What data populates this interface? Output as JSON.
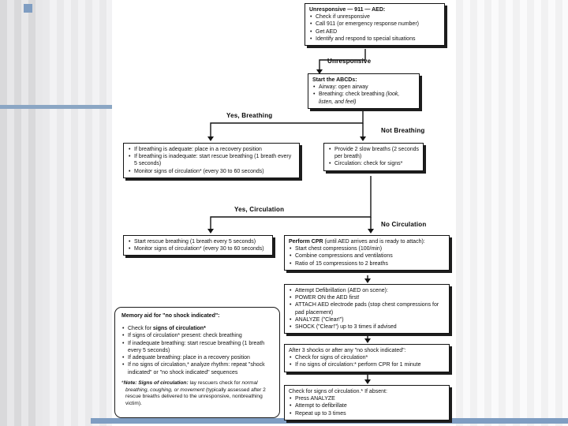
{
  "theme": {
    "accent_color": "#7f9dc2",
    "accent_line_color": "#8ba6c4",
    "stripe_dark": "#d9d9db",
    "stripe_light": "#f2f2f4",
    "box_border_color": "#141414",
    "text_color": "#111111",
    "background": "#ffffff"
  },
  "flow": {
    "box_assess": {
      "title": "Unresponsive — 911 — AED:",
      "bullets": [
        "Check if unresponsive",
        "Call 911 (or emergency response number)",
        "Get AED",
        "Identify and respond to special situations"
      ]
    },
    "branch_unresponsive": "Unresponsive",
    "box_abcd": {
      "title": "Start the ABCDs:",
      "bullet_airway": "Airway: open airway",
      "bullet_breathing": "Breathing: check breathing ",
      "bullet_breathing_italic": "(look, listen, and feel)"
    },
    "branch_yes_breathing": "Yes, Breathing",
    "branch_not_breathing": "Not Breathing",
    "box_breathing": {
      "bullets": [
        "If breathing is adequate: place in a recovery position",
        "If breathing is inadequate: start rescue breathing (1 breath every 5 seconds)",
        "Monitor signs of circulation* (every 30 to 60 seconds)"
      ]
    },
    "box_not_breathing": {
      "bullets": [
        "Provide 2 slow breaths (2 seconds per breath)",
        "Circulation: check for signs*"
      ]
    },
    "branch_yes_circulation": "Yes, Circulation",
    "branch_no_circulation": "No Circulation",
    "box_circulation": {
      "bullets": [
        "Start rescue breathing (1 breath every 5 seconds)",
        "Monitor signs of circulation* (every 30 to 60 seconds)"
      ]
    },
    "box_cpr": {
      "title_bold": "Perform CPR",
      "title_rest": " (until AED arrives and is ready to attach):",
      "bullets": [
        "Start chest compressions (100/min)",
        "Combine compressions and ventilations",
        "Ratio of 15 compressions to 2 breaths"
      ]
    },
    "box_defib": {
      "bullets": [
        "Attempt Defibrillation (AED on scene):",
        "POWER ON the AED first!",
        "ATTACH AED electrode pads (stop chest compressions for pad placement)",
        "ANALYZE (\"Clear!\")",
        "SHOCK (\"Clear!\") up to 3 times if advised"
      ]
    },
    "box_after_shocks": {
      "title": "After 3 shocks or after any \"no shock indicated\":",
      "bullets": [
        "Check for signs of circulation*",
        "If no signs of circulation:* perform CPR for 1 minute"
      ]
    },
    "box_check_circ": {
      "title": "Check for signs of circulation.* If absent:",
      "bullets": [
        "Press ANALYZE",
        "Attempt to defibrillate",
        "Repeat up to 3 times"
      ]
    },
    "memory_aid": {
      "title": "Memory aid for \"no shock indicated\":",
      "b1_pre": "Check for ",
      "b1_bold": "signs of circulation*",
      "bullets": [
        "If signs of circulation* present: check breathing",
        "If inadequate breathing: start rescue breathing (1 breath every 5 seconds)",
        "If adequate breathing: place in a recovery position",
        "If no signs of circulation,* analyze rhythm: repeat \"shock indicated\" or \"no shock indicated\" sequences"
      ],
      "note_marker": "*",
      "note_lead": "Note: Signs of circulation:",
      "note_mid": " lay rescuers check for ",
      "note_italic": "normal breathing, coughing, or movement",
      "note_tail": " (typically assessed after 2 rescue breaths delivered to the unresponsive, nonbreathing victim)."
    }
  }
}
